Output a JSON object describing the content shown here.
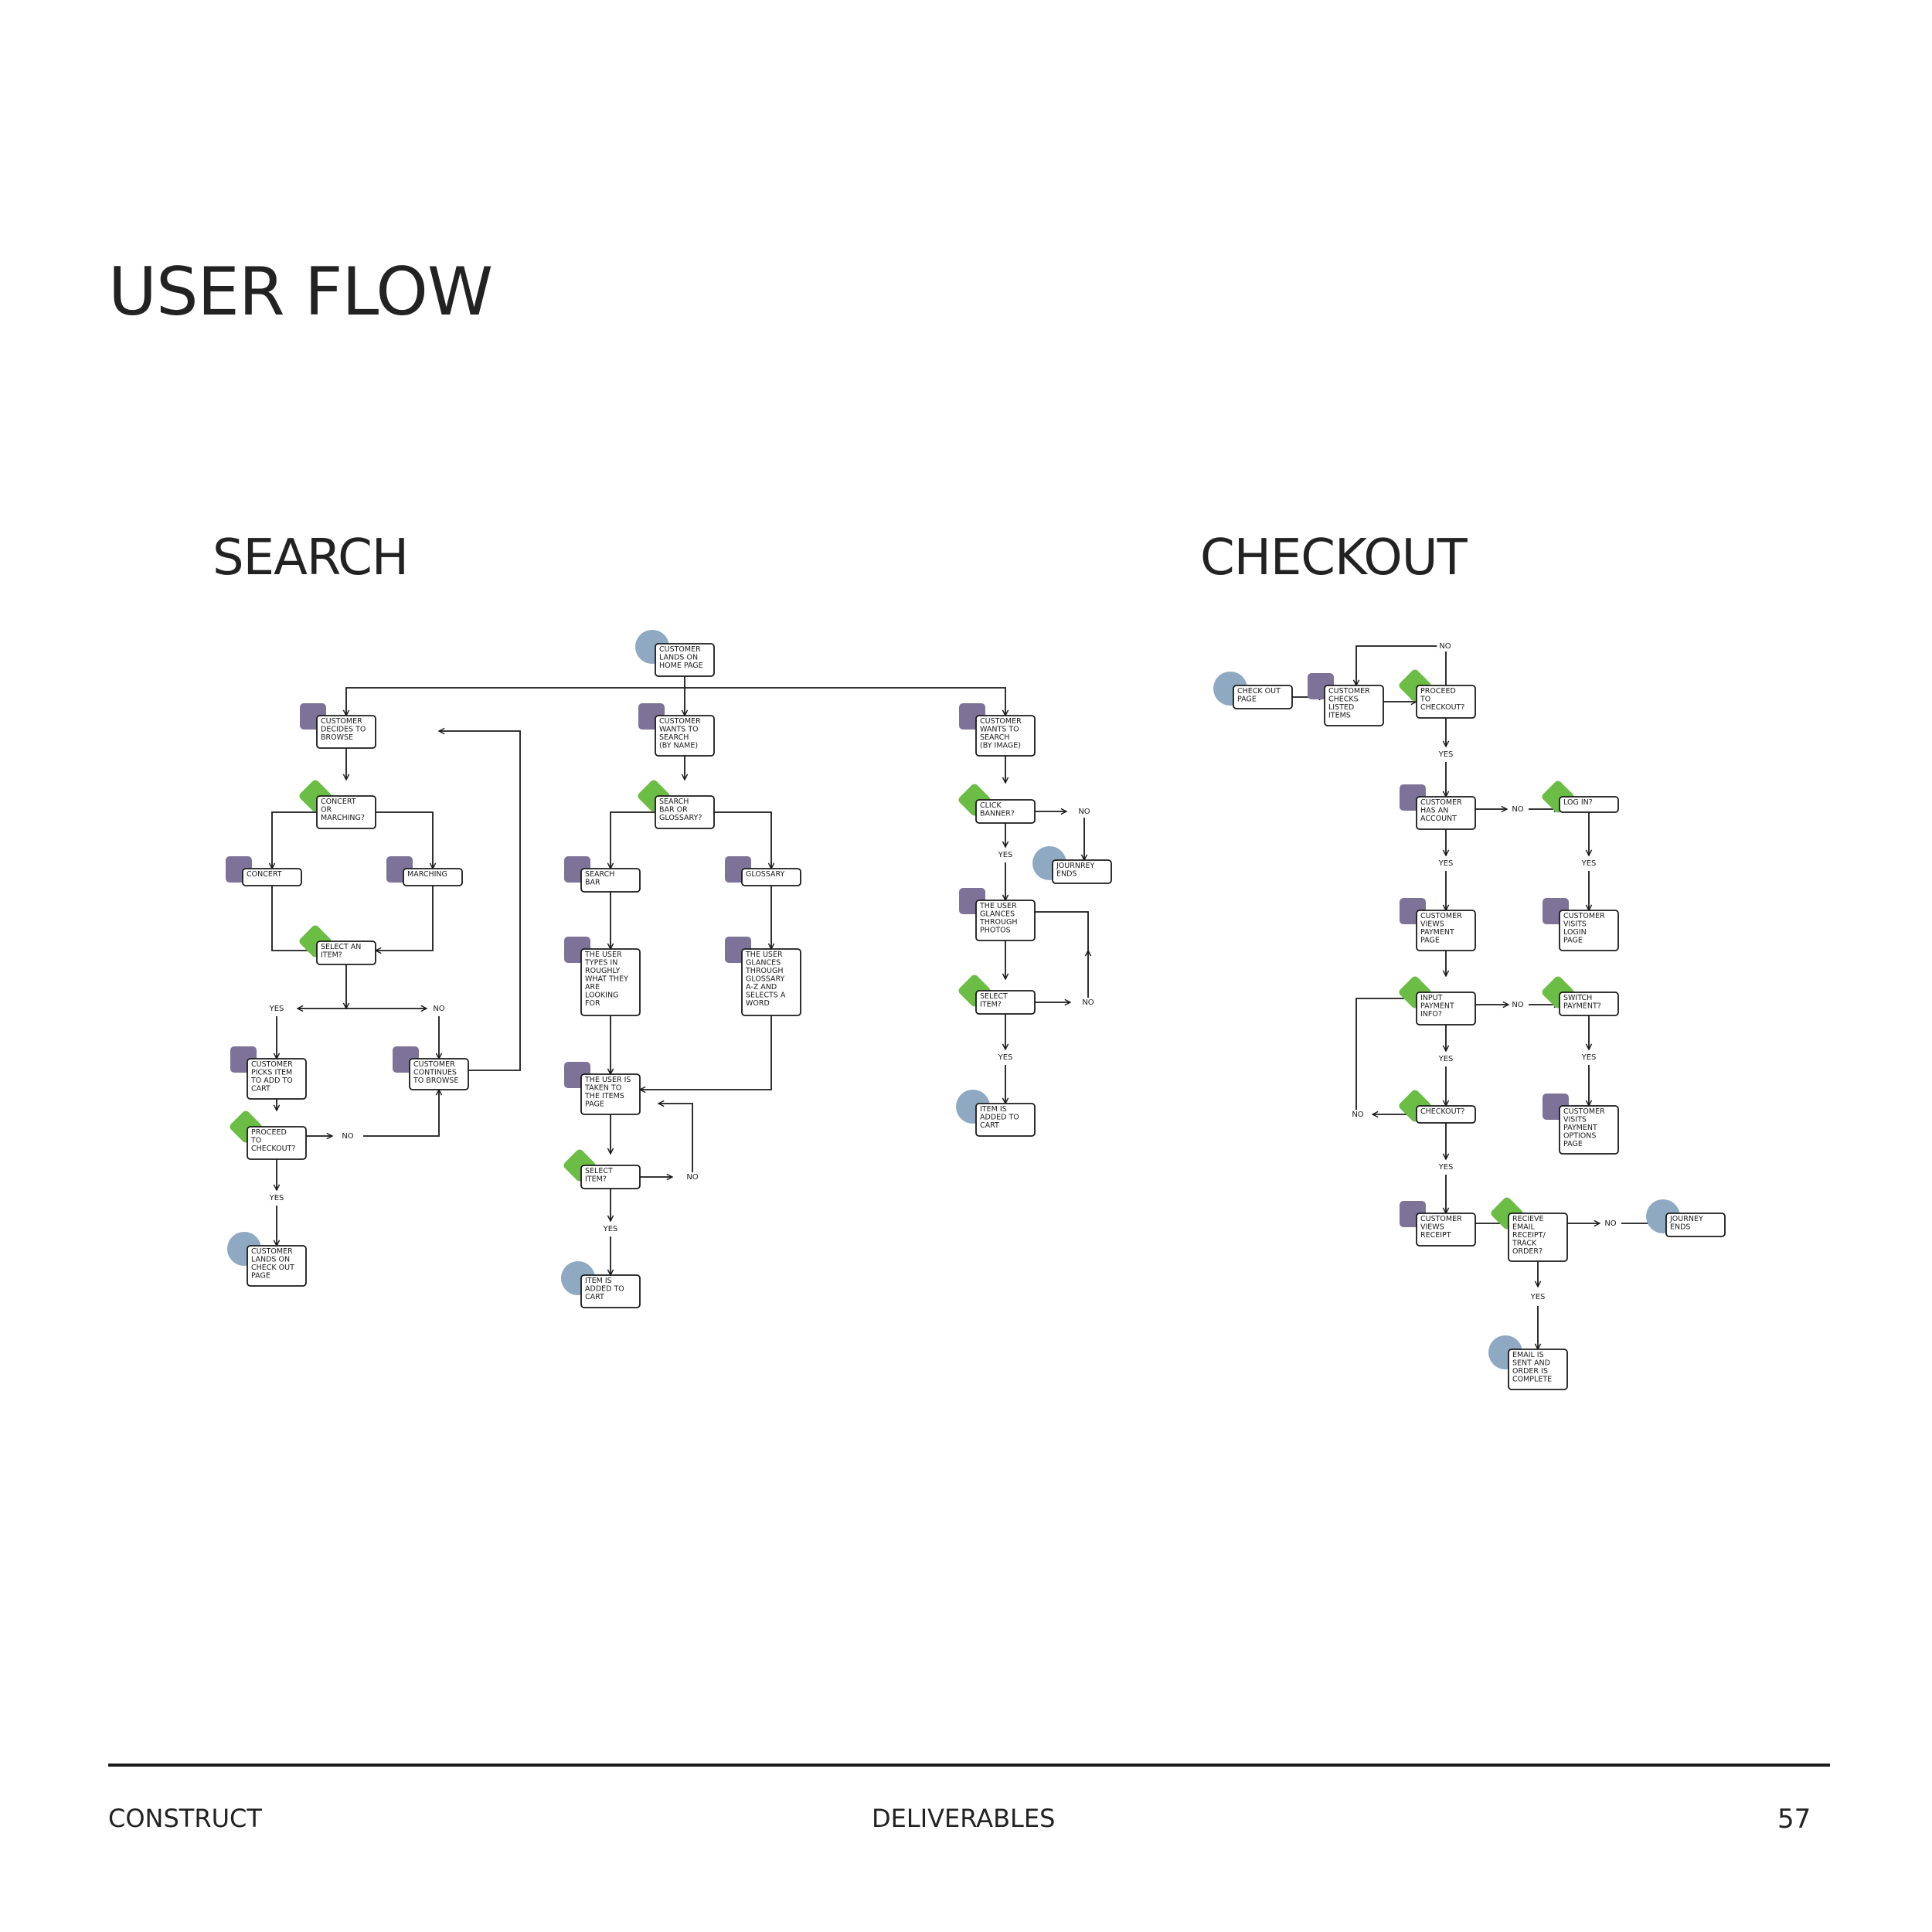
{
  "title": "USER FLOW",
  "search": {
    "title": "SEARCH",
    "nodes": {
      "s_home": "CUSTOMER|LANDS ON|HOME PAGE",
      "s_browse": "CUSTOMER|DECIDES TO|BROWSE",
      "s_concert_q": "CONCERT|OR|MARCHING?",
      "s_concert": "CONCERT",
      "s_marching": "MARCHING",
      "s_select_q": "SELECT AN|ITEM?",
      "s_picks": "CUSTOMER|PICKS ITEM|TO ADD TO|CART",
      "s_continues": "CUSTOMER|CONTINUES|TO BROWSE",
      "s_proceed_q": "PROCEED|TO|CHECKOUT?",
      "s_checkout_page": "CUSTOMER|LANDS ON|CHECK OUT|PAGE",
      "s_name": "CUSTOMER|WANTS TO|SEARCH|(BY NAME)",
      "s_bar_q": "SEARCH|BAR OR|GLOSSARY?",
      "s_bar": "SEARCH|BAR",
      "s_glossary": "GLOSSARY",
      "s_types": "THE USER|TYPES IN|ROUGHLY|WHAT THEY|ARE|LOOKING|FOR",
      "s_glances_g": "THE USER|GLANCES|THROUGH|GLOSSARY|A-Z AND|SELECTS A|WORD",
      "s_taken": "THE USER IS|TAKEN TO|THE ITEMS|PAGE",
      "s_select2_q": "SELECT|ITEM?",
      "s_added2": "ITEM IS|ADDED TO|CART",
      "s_image": "CUSTOMER|WANTS TO|SEARCH|(BY IMAGE)",
      "s_banner_q": "CLICK|BANNER?",
      "s_journey": "JOURNREY|ENDS",
      "s_glances_p": "THE USER|GLANCES|THROUGH|PHOTOS",
      "s_select3_q": "SELECT|ITEM?",
      "s_added3": "ITEM IS|ADDED TO|CART"
    },
    "labels": {
      "yes1": "YES",
      "no1": "NO",
      "no2": "NO",
      "yes2": "YES",
      "no3": "NO",
      "yes3": "YES",
      "no4": "NO",
      "yes4": "YES",
      "no5": "NO",
      "yes5": "YES"
    }
  },
  "checkout": {
    "title": "CHECKOUT",
    "nodes": {
      "c_page": "CHECK OUT|PAGE",
      "c_checks": "CUSTOMER|CHECKS|LISTED|ITEMS",
      "c_proceed_q": "PROCEED|TO|CHECKOUT?",
      "c_account": "CUSTOMER|HAS AN|ACCOUNT",
      "c_login_q": "LOG IN?",
      "c_payment": "CUSTOMER|VIEWS|PAYMENT|PAGE",
      "c_login_page": "CUSTOMER|VISITS|LOGIN|PAGE",
      "c_input_q": "INPUT|PAYMENT|INFO?",
      "c_switch_q": "SWITCH|PAYMENT?",
      "c_checkout_q": "CHECKOUT?",
      "c_options": "CUSTOMER|VISITS|PAYMENT|OPTIONS|PAGE",
      "c_receipt": "CUSTOMER|VIEWS|RECEIPT",
      "c_email_q": "RECIEVE|EMAIL|RECEIPT/|TRACK|ORDER?",
      "c_journey": "JOURNEY|ENDS",
      "c_complete": "EMAIL IS|SENT AND|ORDER IS|COMPLETE"
    },
    "labels": {
      "no_top": "NO",
      "yes1": "YES",
      "no1": "NO",
      "yes2": "YES",
      "yes3": "YES",
      "no2": "NO",
      "yes4": "YES",
      "yes5": "YES",
      "no3": "NO",
      "yes6": "YES",
      "no4": "NO",
      "yes7": "YES"
    }
  },
  "footer": {
    "left": "CONSTRUCT",
    "center": "DELIVERABLES",
    "page": "57"
  },
  "colors": {
    "start_end": "#8ea9c1",
    "process": "#7d7399",
    "decision": "#6cbd45",
    "ink": "#1a1a1a"
  }
}
